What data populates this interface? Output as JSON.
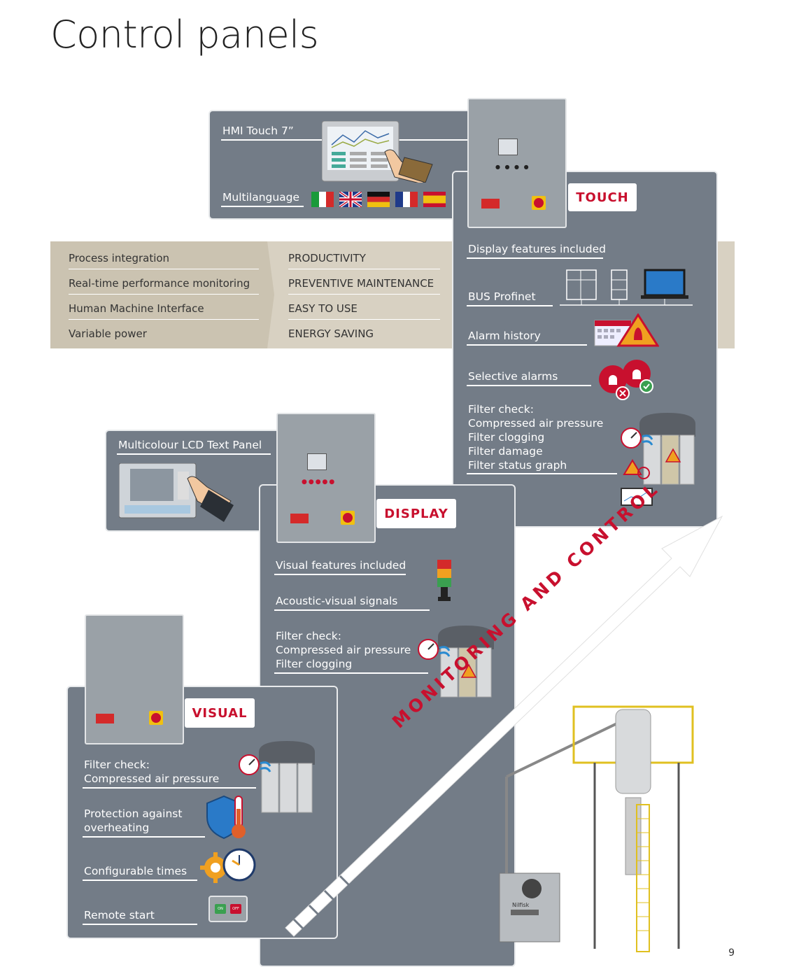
{
  "page_title": "Control panels",
  "page_number": "9",
  "benefits": [
    {
      "feature": "Process integration",
      "benefit": "PRODUCTIVITY"
    },
    {
      "feature": "Real-time performance monitoring",
      "benefit": "PREVENTIVE MAINTENANCE"
    },
    {
      "feature": "Human Machine Interface",
      "benefit": "EASY TO USE"
    },
    {
      "feature": "Variable power",
      "benefit": "ENERGY SAVING"
    }
  ],
  "touch": {
    "badge": "TOUCH",
    "hmi_label": "HMI Touch 7”",
    "multilanguage_label": "Multilanguage",
    "flags": [
      "Italy",
      "United Kingdom",
      "Germany",
      "France",
      "Spain"
    ],
    "features": [
      "Display features included",
      "BUS Profinet",
      "Alarm history",
      "Selective alarms"
    ],
    "filter_check": [
      "Filter check:",
      "Compressed air pressure",
      "Filter clogging",
      "Filter damage",
      "Filter status graph"
    ]
  },
  "display": {
    "badge": "DISPLAY",
    "lcd_label": "Multicolour LCD Text Panel",
    "features": [
      "Visual features included",
      "Acoustic-visual signals"
    ],
    "filter_check": [
      "Filter check:",
      "Compressed air pressure",
      "Filter clogging"
    ]
  },
  "visual": {
    "badge": "VISUAL",
    "filter_check": [
      "Filter check:",
      "Compressed air pressure"
    ],
    "protection": [
      "Protection against",
      "overheating"
    ],
    "configurable": "Configurable times",
    "remote": "Remote start",
    "on_label": "ON",
    "off_label": "OFF"
  },
  "arrow_text": "MONITORING AND CONTROL",
  "brand": "Nilfisk",
  "colors": {
    "panel": "#737c87",
    "accent": "#c8102e",
    "beige": "#d8d1c2"
  }
}
